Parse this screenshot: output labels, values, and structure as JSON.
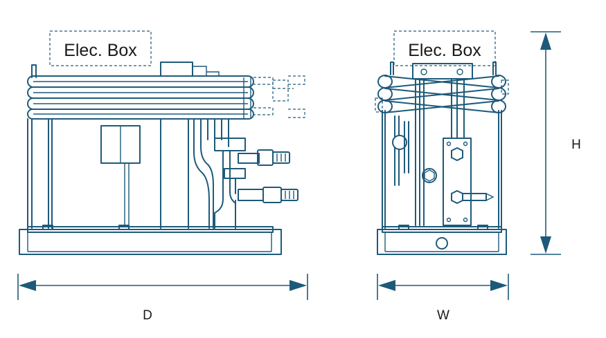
{
  "labels": {
    "elec_box_side": "Elec. Box",
    "elec_box_front": "Elec. Box",
    "depth": "D",
    "width": "W",
    "height": "H"
  },
  "colors": {
    "line": "#1d5a7a",
    "text": "#1a1a1a",
    "background": "#ffffff"
  }
}
